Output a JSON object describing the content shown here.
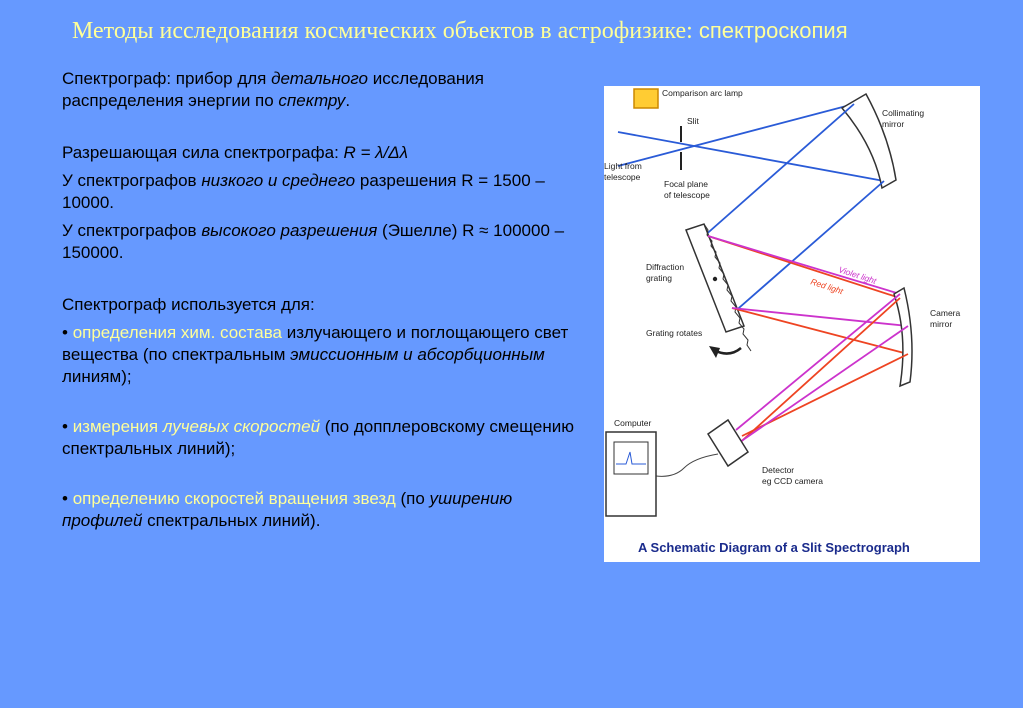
{
  "title": {
    "main": "Методы исследования космических объектов в астрофизике: ",
    "tail": "спектроскопия"
  },
  "text": {
    "p1_a": "Спектрограф: прибор для ",
    "p1_b": "детального",
    "p1_c": " исследования распределения энергии по ",
    "p1_d": "спектру",
    "p1_e": ".",
    "p2_a": "Разрешающая сила спектрографа: ",
    "p2_b": "R =  λ/Δλ",
    "p3_a": "У спектрографов ",
    "p3_b": "низкого и среднего",
    "p3_c": " разрешения R = 1500 – 10000.",
    "p4_a": "У спектрографов ",
    "p4_b": "высокого разрешения",
    "p4_c": " (Эшелле) R ≈ 100000 – 150000.",
    "p5": "Спектрограф используется для:",
    "b1_bullet": "• ",
    "b1_a": "определения хим. состава",
    "b1_b": " излучающего и поглощающего свет вещества (по спектральным ",
    "b1_c": "эмиссионным и абсорбционным",
    "b1_d": " линиям);",
    "b2_bullet": "• ",
    "b2_a": "измерения ",
    "b2_b": "лучевых скоростей",
    "b2_c": " (по допплеровскому смещению спектральных линий);",
    "b3_bullet": "• ",
    "b3_a": "определению скоростей вращения звезд",
    "b3_b": " (по ",
    "b3_c": "уширению профилей",
    "b3_d": " спектральных линий)."
  },
  "diagram": {
    "labels": {
      "lamp": "Comparison arc lamp",
      "slit": "Slit",
      "collimating_1": "Collimating",
      "collimating_2": "mirror",
      "light_from_1": "Light from",
      "light_from_2": "telescope",
      "focal_1": "Focal plane",
      "focal_2": "of telescope",
      "diffraction_1": "Diffraction",
      "diffraction_2": "grating",
      "violet": "Violet light",
      "red": "Red light",
      "camera_1": "Camera",
      "camera_2": "mirror",
      "grating_rotates": "Grating rotates",
      "computer": "Computer",
      "detector_1": "Detector",
      "detector_2": "eg CCD camera"
    },
    "caption": "A Schematic Diagram of a Slit Spectrograph",
    "colors": {
      "blue_ray": "#2a5bd7",
      "violet_ray": "#cc33cc",
      "red_ray": "#ee4422",
      "lamp": "#ffcc33",
      "caption": "#1a2b8c"
    }
  }
}
